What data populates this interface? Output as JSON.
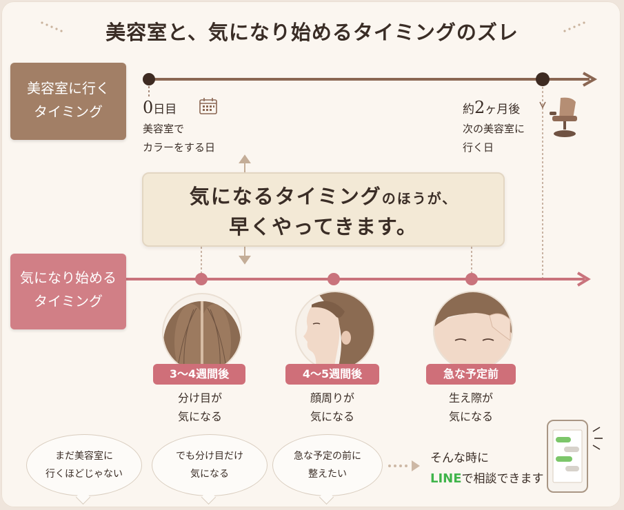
{
  "title": "美容室と、気になり始めるタイミングのズレ",
  "salon_timeline": {
    "label_line1": "美容室に行く",
    "label_line2": "タイミング",
    "start": {
      "num": "0",
      "unit": "日目",
      "desc_line1": "美容室で",
      "desc_line2": "カラーをする日"
    },
    "end": {
      "prefix": "約",
      "num": "2",
      "unit": "ヶ月後",
      "desc_line1": "次の美容室に",
      "desc_line2": "行く日"
    }
  },
  "callout": {
    "line1_a": "気になるタイミング",
    "line1_b": "のほうが、",
    "line2": "早くやってきます。"
  },
  "concern_timeline": {
    "label_line1": "気になり始める",
    "label_line2": "タイミング",
    "steps": [
      {
        "badge": "3〜4週間後",
        "desc_line1": "分け目が",
        "desc_line2": "気になる"
      },
      {
        "badge": "4〜5週間後",
        "desc_line1": "顔周りが",
        "desc_line2": "気になる"
      },
      {
        "badge": "急な予定前",
        "desc_line1": "生え際が",
        "desc_line2": "気になる"
      }
    ]
  },
  "bubbles": [
    {
      "line1": "まだ美容室に",
      "line2": "行くほどじゃない"
    },
    {
      "line1": "でも分け目だけ",
      "line2": "気になる"
    },
    {
      "line1": "急な予定の前に",
      "line2": "整えたい"
    }
  ],
  "cta": {
    "line1": "そんな時に",
    "line2_brand": "LINE",
    "line2_rest": "で相談できます"
  },
  "colors": {
    "brown": "#a27f66",
    "rose": "#d17f86",
    "badge": "#cf6f79",
    "line_green": "#3fb44a",
    "dark_text": "#3a2d26"
  },
  "icons": [
    "calendar-icon",
    "salon-chair-icon",
    "smartphone-chat-icon",
    "up-down-arrow-icon"
  ]
}
